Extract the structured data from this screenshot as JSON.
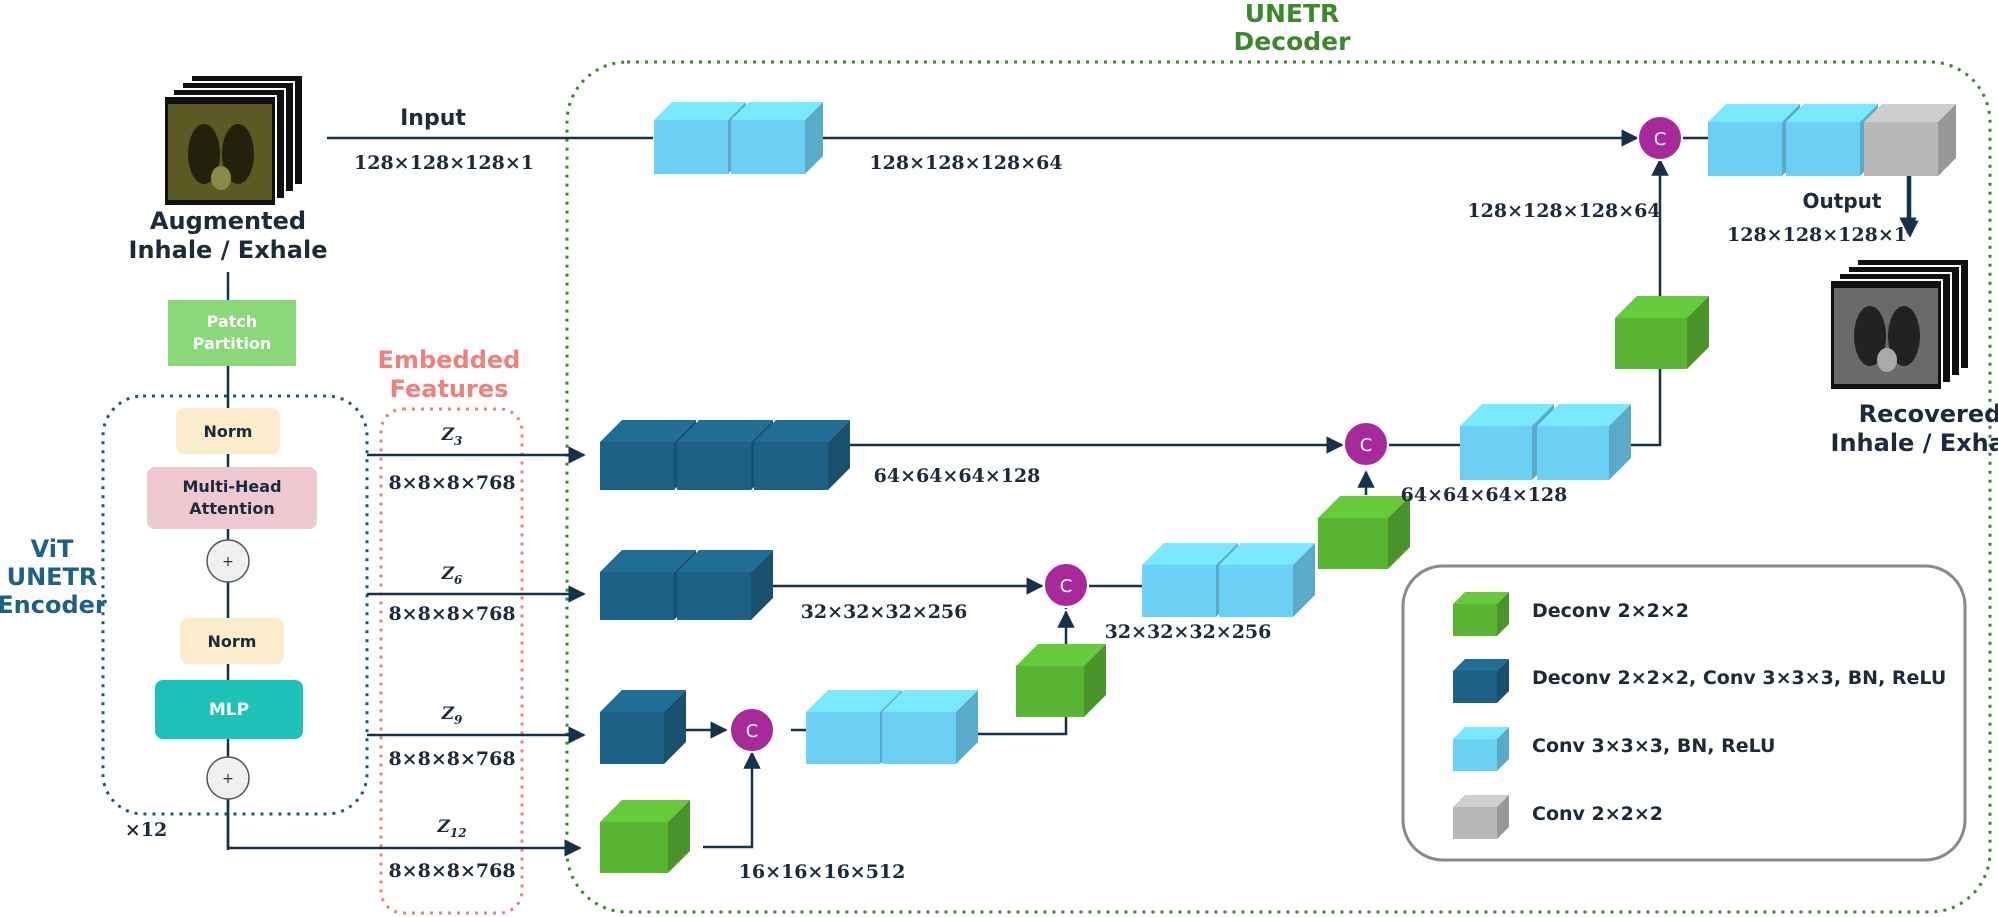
{
  "colors": {
    "green": "#5ab534",
    "dark_blue": "#1d6286",
    "light_blue": "#6cd0f5",
    "gray": "#b8b8b8",
    "concat": "#a8299a",
    "decoder_border": "#3a8a2a",
    "embed_border": "#f2807a",
    "encoder_border": "#1d5a7a",
    "line": "#16324a"
  },
  "decoder_title": [
    "UNETR",
    "Decoder"
  ],
  "encoder_title": [
    "ViT",
    "UNETR",
    "Encoder"
  ],
  "embedded_title": [
    "Embedded",
    "Features"
  ],
  "input_image": {
    "icon": "ct-lung-slices-icon",
    "caption": [
      "Augmented",
      "Inhale / Exhale"
    ]
  },
  "output_image": {
    "icon": "ct-lung-slices-gray-icon",
    "caption": [
      "Recovered",
      "Inhale / Exhale"
    ]
  },
  "patch_partition": [
    "Patch",
    "Partition"
  ],
  "encoder_blocks": {
    "norm": "Norm",
    "mha": [
      "Multi-Head",
      "Attention"
    ],
    "plus": "+",
    "mlp": "MLP",
    "repeat": "×12"
  },
  "input_label": "Input",
  "output_label": "Output",
  "concat_symbol": "C",
  "z_labels": [
    {
      "z": "Z",
      "sub": "3",
      "dims": "8×8×8×768"
    },
    {
      "z": "Z",
      "sub": "6",
      "dims": "8×8×8×768"
    },
    {
      "z": "Z",
      "sub": "9",
      "dims": "8×8×8×768"
    },
    {
      "z": "Z",
      "sub": "12",
      "dims": "8×8×8×768"
    }
  ],
  "dims": {
    "input": "128×128×128×1",
    "top_conv": "128×128×128×64",
    "top_up": "128×128×128×64",
    "output": "128×128×128×1",
    "z3_path": "64×64×64×128",
    "stage3_conv": "64×64×64×128",
    "z6_path": "32×32×32×256",
    "stage2_conv": "32×32×32×256",
    "z12_path": "16×16×16×512"
  },
  "legend": [
    {
      "color_key": "green",
      "text": "Deconv 2×2×2"
    },
    {
      "color_key": "dark_blue",
      "text": "Deconv 2×2×2, Conv 3×3×3, BN, ReLU"
    },
    {
      "color_key": "light_blue",
      "text": "Conv 3×3×3, BN, ReLU"
    },
    {
      "color_key": "gray",
      "text": "Conv 2×2×2"
    }
  ]
}
